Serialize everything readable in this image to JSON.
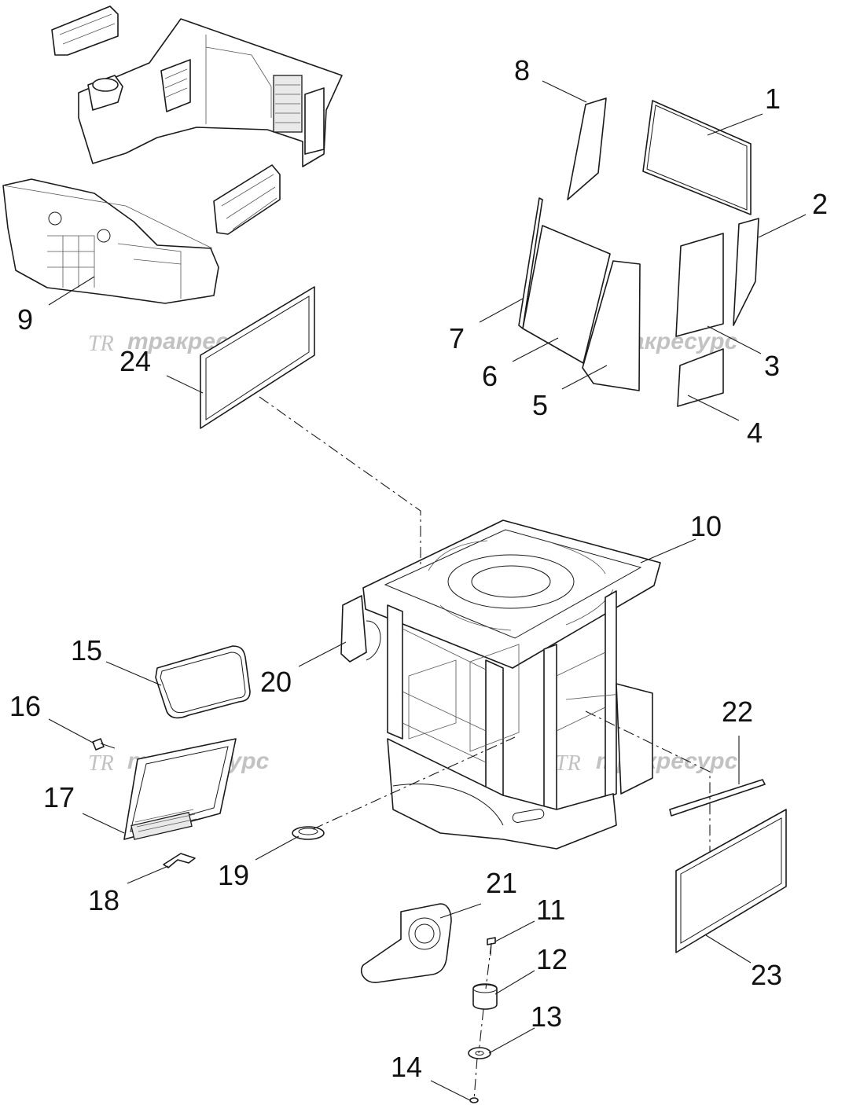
{
  "callouts": {
    "c1": "1",
    "c2": "2",
    "c3": "3",
    "c4": "4",
    "c5": "5",
    "c6": "6",
    "c7": "7",
    "c8": "8",
    "c9": "9",
    "c10": "10",
    "c11": "11",
    "c12": "12",
    "c13": "13",
    "c14": "14",
    "c15": "15",
    "c16": "16",
    "c17": "17",
    "c18": "18",
    "c19": "19",
    "c20": "20",
    "c21": "21",
    "c22": "22",
    "c23": "23",
    "c24": "24"
  },
  "watermark": {
    "logo": "TR",
    "text": "тракресурс"
  }
}
